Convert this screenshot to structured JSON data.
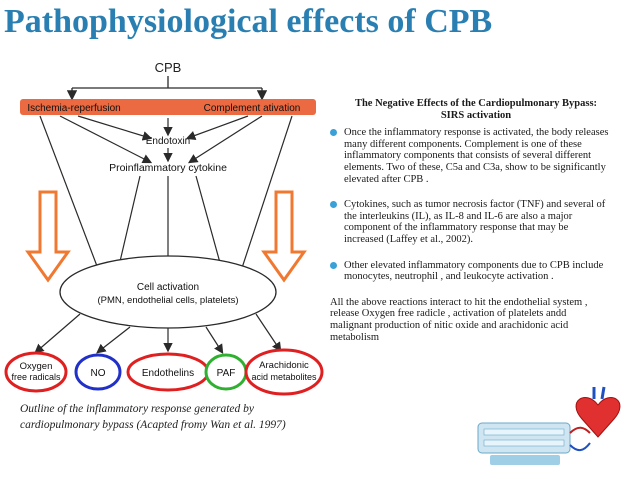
{
  "slide": {
    "title": "Pathophysiological effects  of CPB"
  },
  "diagram": {
    "top": "CPB",
    "ischemia": "Ischemia-reperfusion",
    "complement": "Complement ativation",
    "endotoxin": "Endotoxin",
    "cytokine": "Proinflammatory cytokine",
    "cell_activation_1": "Cell activation",
    "cell_activation_2": "(PMN, endothelial cells, platelets)",
    "outcomes": {
      "oxygen_1": "Oxygen",
      "oxygen_2": "free radicals",
      "no": "NO",
      "endothelins": "Endothelins",
      "paf": "PAF",
      "arachidonic_1": "Arachidonic",
      "arachidonic_2": "acid metabolites"
    },
    "caption_1": "Outline of the inflammatory response generated by",
    "caption_2": "cardiopulmonary bypass (Acapted fromy Wan et al. 1997)",
    "colors": {
      "ring_red": "#e02020",
      "ring_blue": "#2030c8",
      "ring_green": "#30b030",
      "arrow_orange": "#f07830",
      "line": "#2a2a2a"
    }
  },
  "side": {
    "heading": "The Negative Effects of the Cardiopulmonary Bypass: SIRS activation",
    "bullets": [
      "Once the inflammatory response is activated, the body releases many different components. Complement is one of these inflammatory components that consists of several different elements. Two of these, C5a and C3a, show to be significantly elevated after CPB .",
      "Cytokines, such as tumor necrosis factor (TNF) and several of the interleukins (IL), as IL-8  and IL-6  are also a major component of the inflammatory response that may be increased (Laffey et al., 2002).",
      "Other elevated inflammatory components due to CPB include monocytes, neutrophil , and leukocyte activation ."
    ],
    "closing": "All the above  reactions  interact  to hit the endothelial system , release Oxygen free  radicle , activation of platelets andd malignant production of nitic oxide  and arachidonic acid metabolism"
  },
  "decor": {
    "heart_icon": "heart-machine-icon"
  }
}
